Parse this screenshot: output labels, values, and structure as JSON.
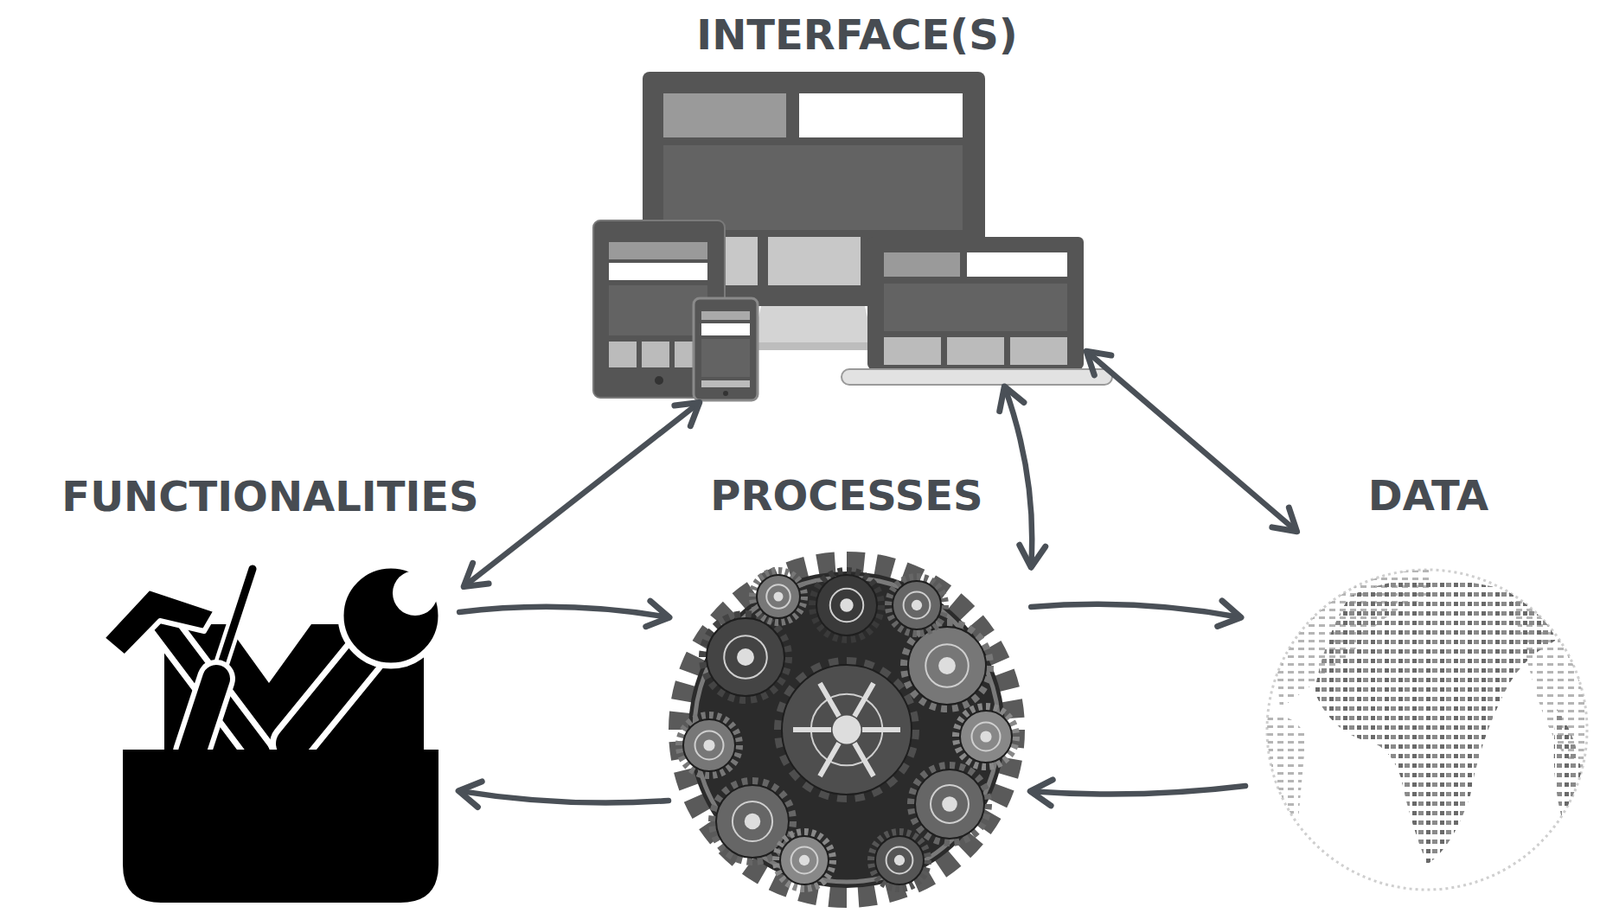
{
  "diagram": {
    "nodes": [
      {
        "text": [
          "INTERFACE(S)"
        ]
      },
      {
        "text": [
          "FUNCTIONALITIES"
        ]
      },
      {
        "text": [
          "PROCESSES"
        ]
      },
      {
        "text": [
          "DATA"
        ]
      }
    ],
    "edges": [
      {
        "from": 1,
        "to": 0,
        "arrow": "both"
      },
      {
        "from": 2,
        "to": 0,
        "arrow": "both"
      },
      {
        "from": 3,
        "to": 0,
        "arrow": "both"
      },
      {
        "from": 1,
        "to": 2,
        "arrow": "to"
      },
      {
        "from": 2,
        "to": 1,
        "arrow": "to"
      },
      {
        "from": 2,
        "to": 3,
        "arrow": "to"
      },
      {
        "from": 3,
        "to": 2,
        "arrow": "to"
      }
    ]
  }
}
